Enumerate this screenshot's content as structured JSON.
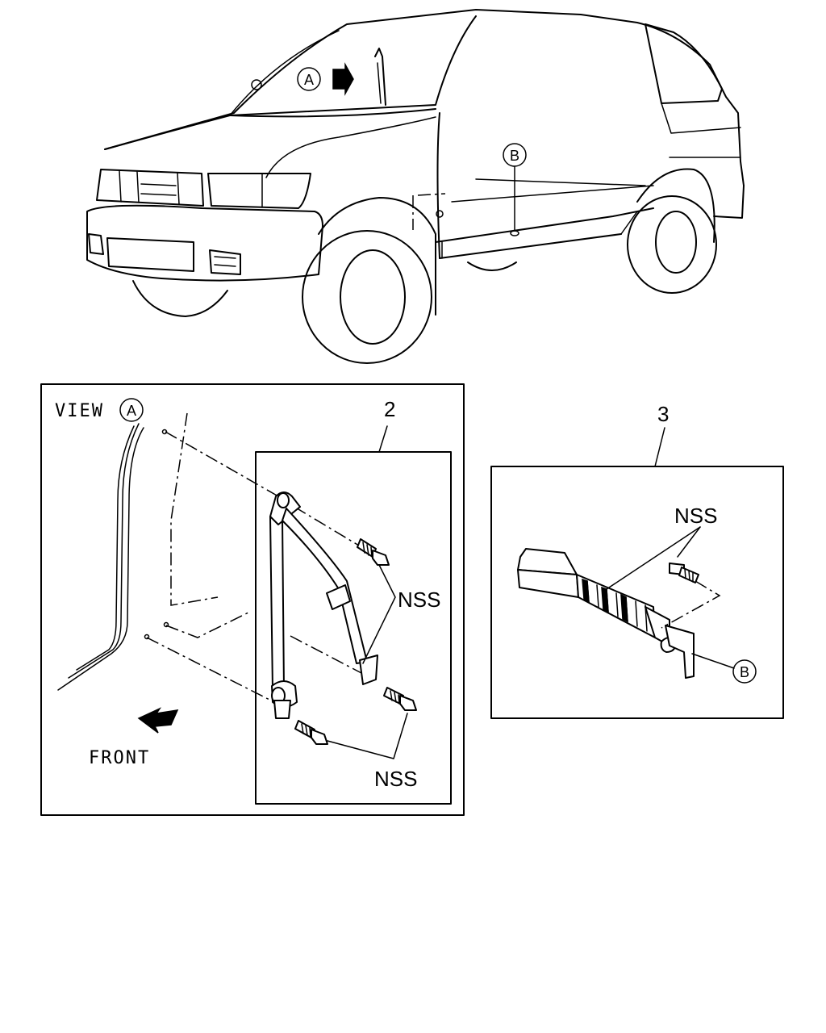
{
  "vehicle": {
    "callout_a": "A",
    "callout_b": "B"
  },
  "view_panel": {
    "view_label": "VIEW",
    "view_marker": "A",
    "part_number": "2",
    "fastener_upper": "NSS",
    "fastener_lower": "NSS",
    "direction_label": "FRONT"
  },
  "buckle_panel": {
    "part_number": "3",
    "fastener": "NSS",
    "marker": "B"
  }
}
